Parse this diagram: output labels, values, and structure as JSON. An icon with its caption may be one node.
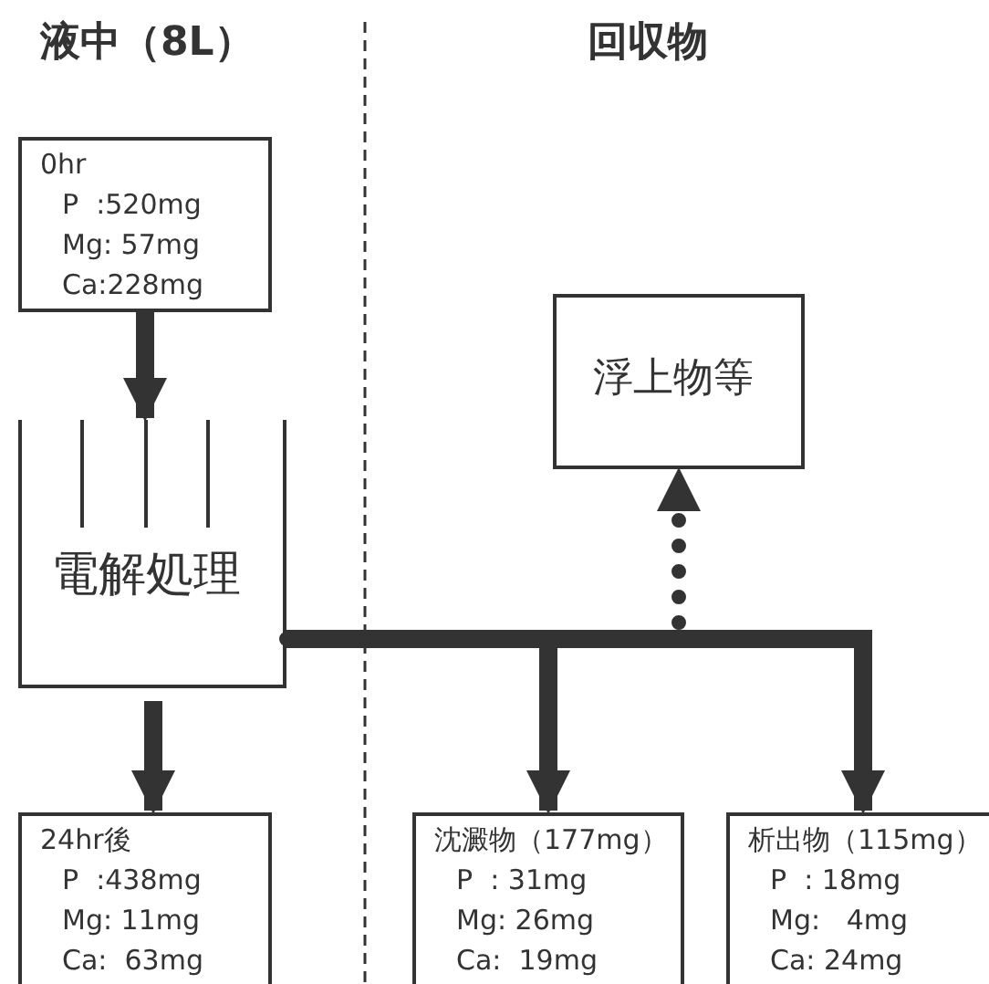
{
  "diagram": {
    "nodes": [
      {
        "text": [
          "0hr",
          "P  :520mg",
          "Mg: 57mg",
          "Ca:228mg"
        ]
      },
      {
        "text": [
          "電解処理"
        ]
      },
      {
        "text": [
          "浮上物等"
        ]
      },
      {
        "text": [
          "24hr後",
          "P  :438mg",
          "Mg: 11mg",
          "Ca:  63mg"
        ]
      },
      {
        "text": [
          "沈澱物（177mg）",
          "P  : 31mg",
          "Mg: 26mg",
          "Ca:  19mg"
        ]
      },
      {
        "text": [
          "析出物（115mg）",
          "P  : 18mg",
          "Mg:   4mg",
          "Ca: 24mg"
        ]
      }
    ],
    "edges": [
      {
        "from": 0,
        "to": 1,
        "arrow": "to"
      },
      {
        "from": 1,
        "to": 3,
        "arrow": "to"
      },
      {
        "from": 1,
        "to": 4,
        "arrow": "to"
      },
      {
        "from": 1,
        "to": 5,
        "arrow": "to"
      },
      {
        "from": 1,
        "to": 2,
        "arrow": "to",
        "style": "dashed"
      }
    ],
    "labels": [
      "液中（8L）",
      "回収物"
    ]
  }
}
